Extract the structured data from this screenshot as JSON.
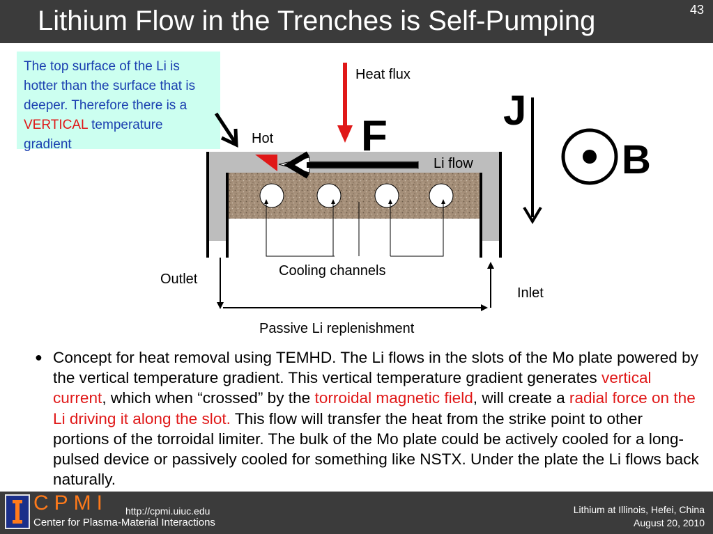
{
  "slide": {
    "title": "Lithium Flow in the Trenches is Self-Pumping",
    "number": "43"
  },
  "note": {
    "part1": "The top surface of the Li is hotter than the surface that is deeper.  Therefore there is a ",
    "highlight": "VERTICAL",
    "part2": " temperature gradient"
  },
  "diagram": {
    "heat_flux": "Heat flux",
    "hot": "Hot",
    "force": "F",
    "li_flow": "Li flow",
    "current": "J",
    "field": "B",
    "cooling_channels": "Cooling channels",
    "outlet": "Outlet",
    "inlet": "Inlet",
    "passive": "Passive Li replenishment"
  },
  "bullet": {
    "t1": "Concept for heat removal using TEMHD. The Li flows in the slots of the Mo plate powered by the vertical temperature gradient. This vertical temperature gradient generates ",
    "r1": "vertical current",
    "t2": ", which when “crossed” by the ",
    "r2": "torroidal magnetic field",
    "t3": ", will create a ",
    "r3": "radial force on the Li driving it along the slot.",
    "t4": " This flow will transfer the heat from the strike point to other portions of the torroidal limiter. The bulk of the Mo plate could be actively cooled for a long-pulsed device or passively cooled for something like NSTX.  Under the plate the Li flows back naturally."
  },
  "footer": {
    "logo_text": "CPMI",
    "org": "Center for Plasma-Material Interactions",
    "url": "http://cpmi.uiuc.edu",
    "event": "Lithium at Illinois, Hefei, China",
    "date": "August 20, 2010"
  },
  "colors": {
    "bar": "#3b3b3b",
    "note_bg": "#ccfff0",
    "note_text": "#1a3fb0",
    "accent_red": "#e01818",
    "logo_orange": "#ff7a1a"
  }
}
